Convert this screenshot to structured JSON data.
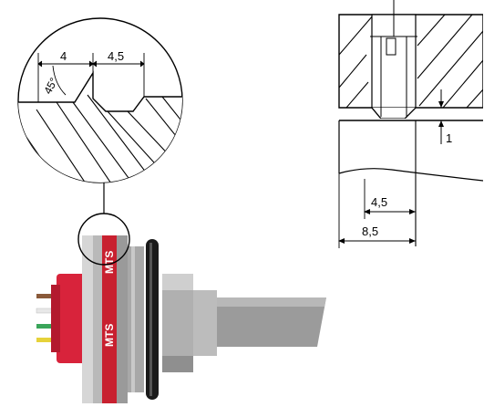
{
  "detail_view": {
    "dim_left": "4",
    "dim_right": "4,5",
    "angle": "45°"
  },
  "section_view": {
    "dim_gap": "1",
    "dim_inner": "4,5",
    "dim_outer": "8,5"
  },
  "product": {
    "band_text": "MTS",
    "colors": {
      "body": "#b9b9b9",
      "red_body": "#d8233b",
      "black_ring": "#1a1a1a",
      "cable": "#9b9b9b",
      "label_red": "#c8202f"
    }
  }
}
